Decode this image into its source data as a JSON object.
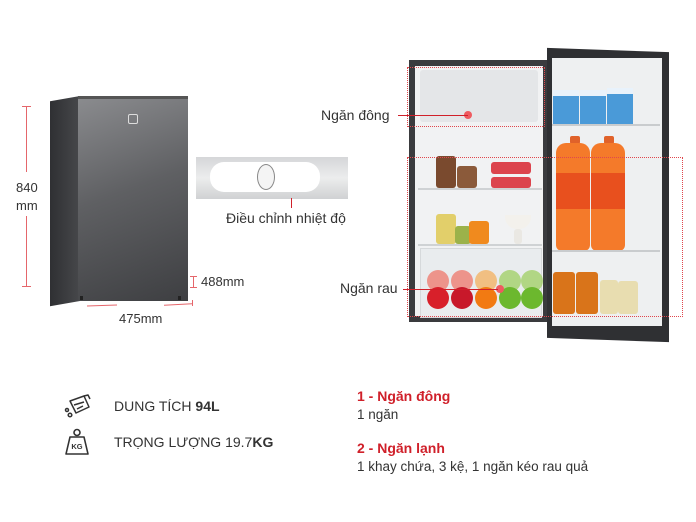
{
  "dimensions": {
    "height_value": "840",
    "height_unit": "mm",
    "width": "475mm",
    "depth": "488mm"
  },
  "thermostat": {
    "label": "Điều chỉnh nhiệt độ"
  },
  "interior_labels": {
    "freezer": "Ngăn đông",
    "crisper": "Ngăn rau"
  },
  "specs": [
    {
      "icon": "measuring-jug-icon",
      "label": "DUNG TÍCH ",
      "value": "94L"
    },
    {
      "icon": "weight-kg-icon",
      "label": "TRỌNG LƯỢNG 19.7",
      "value": "KG"
    }
  ],
  "compartments": [
    {
      "title": "1 - Ngăn đông",
      "desc": "1 ngăn"
    },
    {
      "title": "2 - Ngăn lạnh",
      "desc": "1 khay chứa, 3 kệ, 1 ngăn kéo rau quả"
    }
  ],
  "colors": {
    "accent_red": "#d0202a",
    "dimension_line": "#e5666b"
  }
}
